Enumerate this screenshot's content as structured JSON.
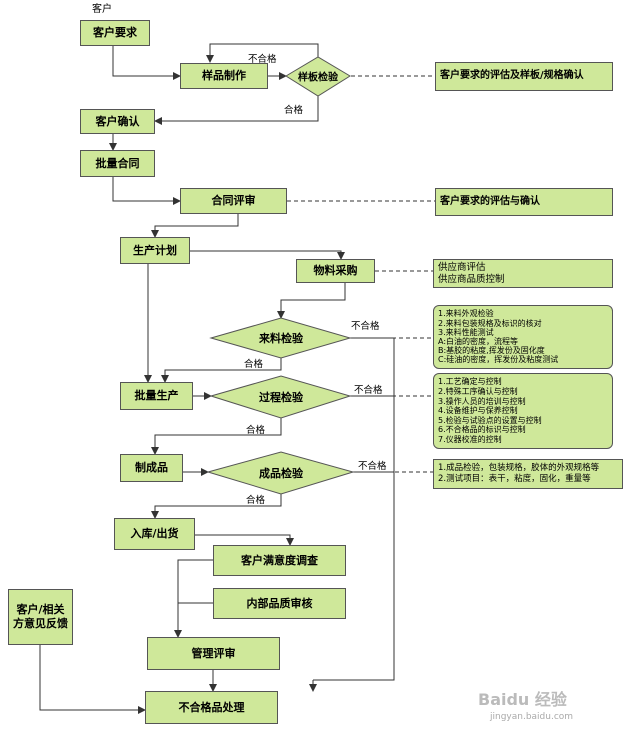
{
  "header": {
    "label": "客户"
  },
  "nodes": {
    "customer_request": "客户要求",
    "sample_making": "样品制作",
    "sample_inspection": "样板检验",
    "customer_confirm": "客户确认",
    "bulk_contract": "批量合同",
    "contract_review": "合同评审",
    "production_plan": "生产计划",
    "material_purchase": "物料采购",
    "incoming_inspection": "来料检验",
    "mass_production": "批量生产",
    "process_inspection": "过程检验",
    "finished_product": "制成品",
    "final_inspection": "成品检验",
    "warehouse_ship": "入库/出货",
    "customer_satisfaction": "客户满意度调查",
    "internal_audit": "内部品质审核",
    "customer_feedback": "客户/相关方意见反馈",
    "management_review": "管理评审",
    "nonconforming": "不合格品处理"
  },
  "labels": {
    "fail": "不合格",
    "pass": "合格"
  },
  "notes": {
    "sample_note": "客户要求的评估及样板/规格确认",
    "contract_note": "客户要求的评估与确认",
    "purchase_note": [
      "供应商评估",
      "供应商品质控制"
    ],
    "incoming_note": [
      "1.来料外观检验",
      "2.来料包装规格及标识的核对",
      "3.来料性能测试",
      "A:白油的密度，流程等",
      "B:基胶的粘度,挥发份及固化度",
      "C:硅油的密度，挥发份及粘度测试"
    ],
    "process_note": [
      "1.工艺确定与控制",
      "2.特殊工序确认与控制",
      "3.操作人员的培训与控制",
      "4.设备维护与保养控制",
      "5.检验与试验点的设置与控制",
      "6.不合格品的标识与控制",
      "7.仪器校准的控制"
    ],
    "final_note": [
      "1.成品检验，包装规格，胶体的外观规格等",
      "2.测试项目：表干，粘度，固化，重量等"
    ]
  },
  "watermark": {
    "brand": "Baidu 经验",
    "url": "jingyan.baidu.com"
  },
  "colors": {
    "fill": "#cfe89a",
    "stroke": "#555555",
    "line": "#333333"
  }
}
